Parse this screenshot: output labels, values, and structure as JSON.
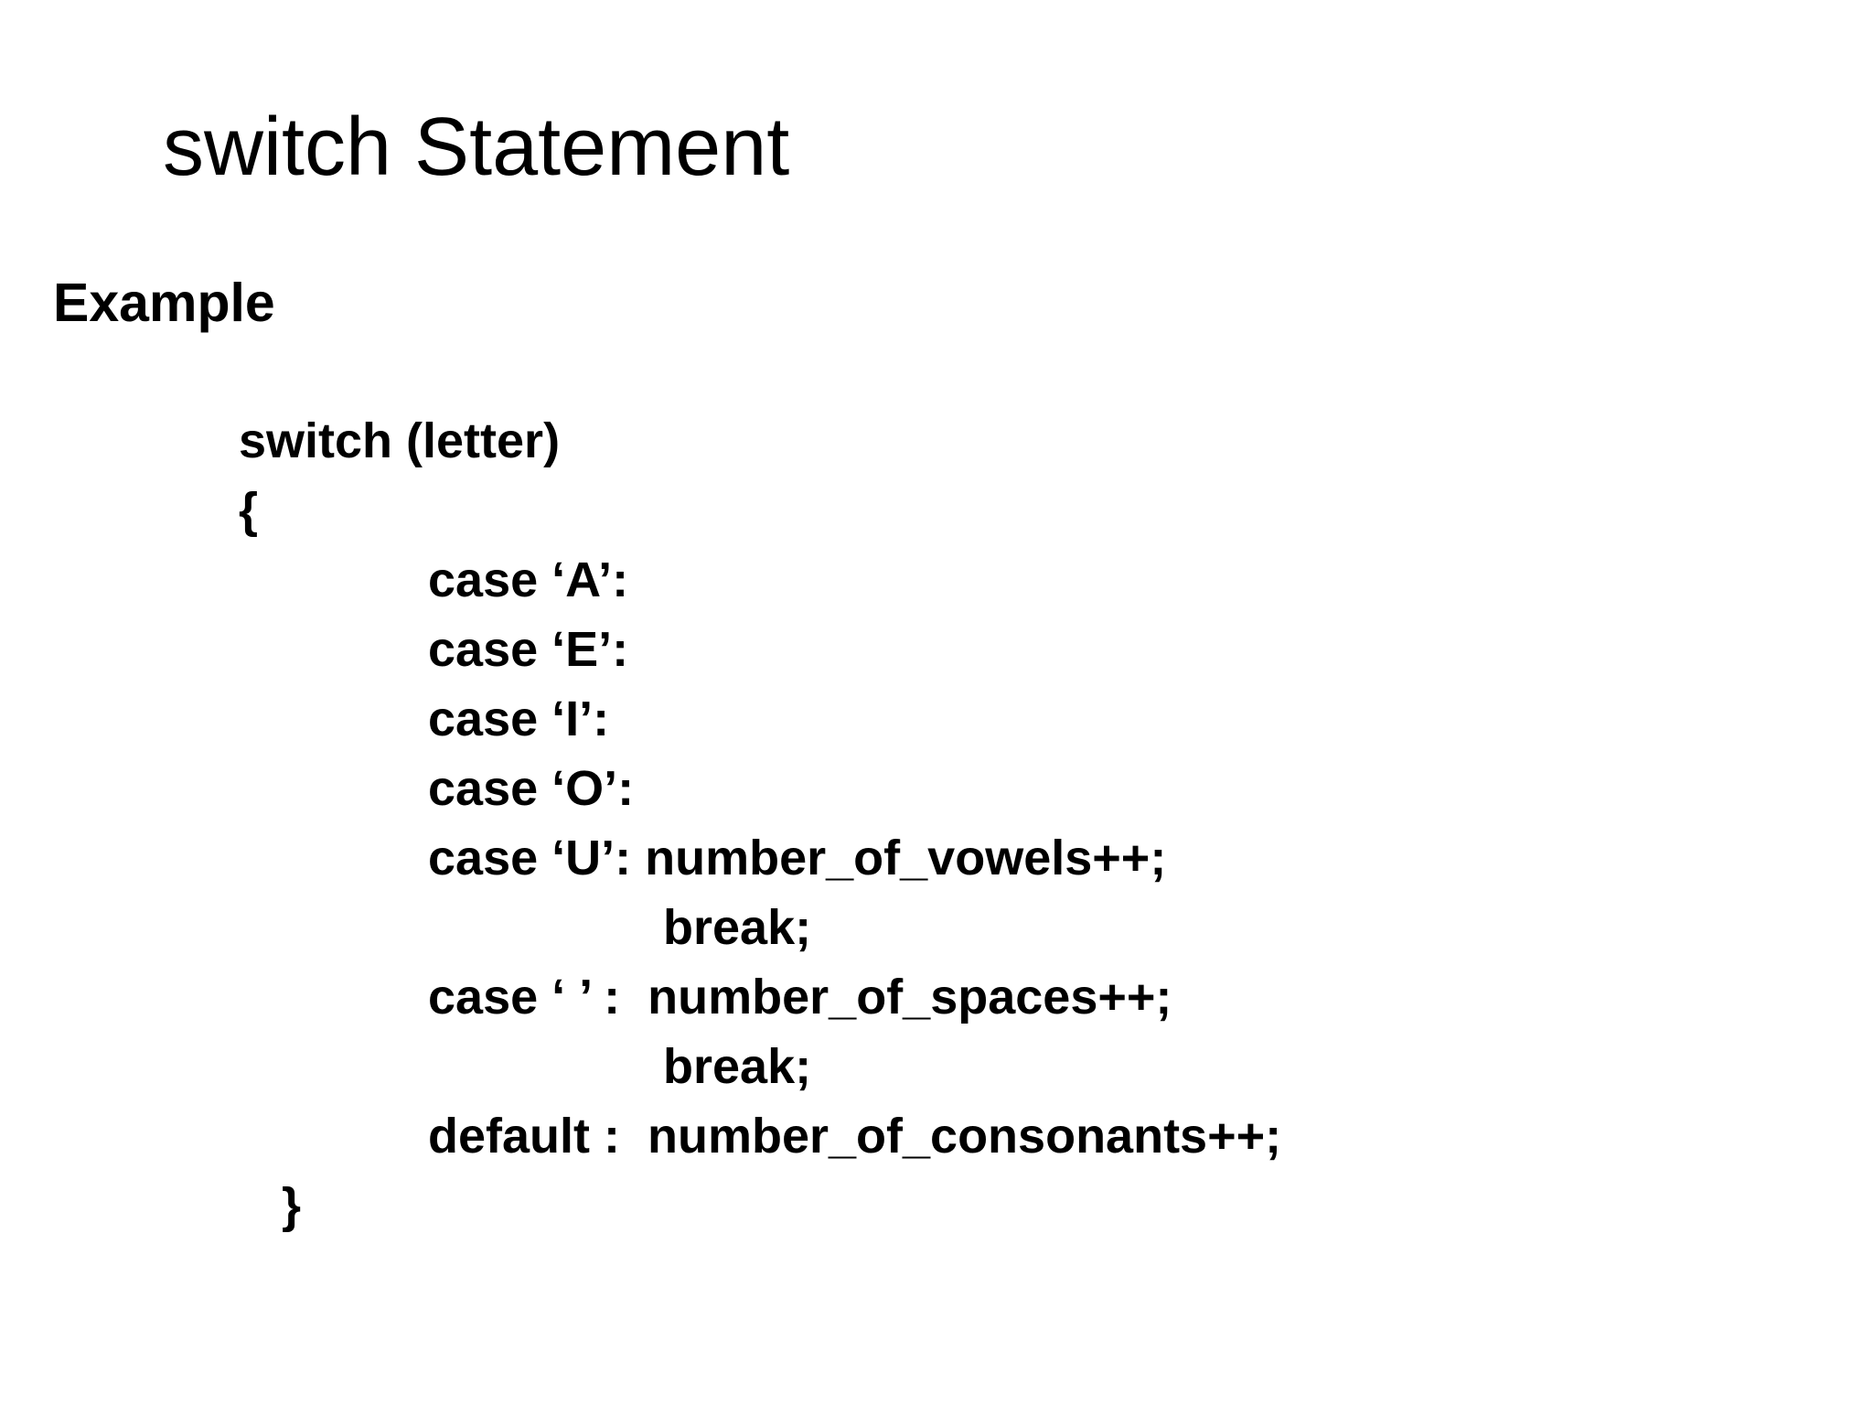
{
  "slide": {
    "title": "switch Statement",
    "section_label": "Example",
    "colors": {
      "background": "#ffffff",
      "text": "#000000"
    },
    "code_lines": [
      {
        "text": "switch (letter)",
        "ind": "1"
      },
      {
        "text": "{",
        "ind": "1"
      },
      {
        "text": "case ‘A’:",
        "ind": "2"
      },
      {
        "text": "case ‘E’:",
        "ind": "2"
      },
      {
        "text": "case ‘I’:",
        "ind": "2"
      },
      {
        "text": "case ‘O’:",
        "ind": "2"
      },
      {
        "text": "case ‘U’: number_of_vowels++;",
        "ind": "2"
      },
      {
        "text": "break;",
        "ind": "3"
      },
      {
        "text": "case ‘ ’ :  number_of_spaces++;",
        "ind": "2"
      },
      {
        "text": "break;",
        "ind": "3"
      },
      {
        "text": "default :  number_of_consonants++;",
        "ind": "2"
      },
      {
        "text": "}",
        "ind": "c"
      }
    ]
  }
}
